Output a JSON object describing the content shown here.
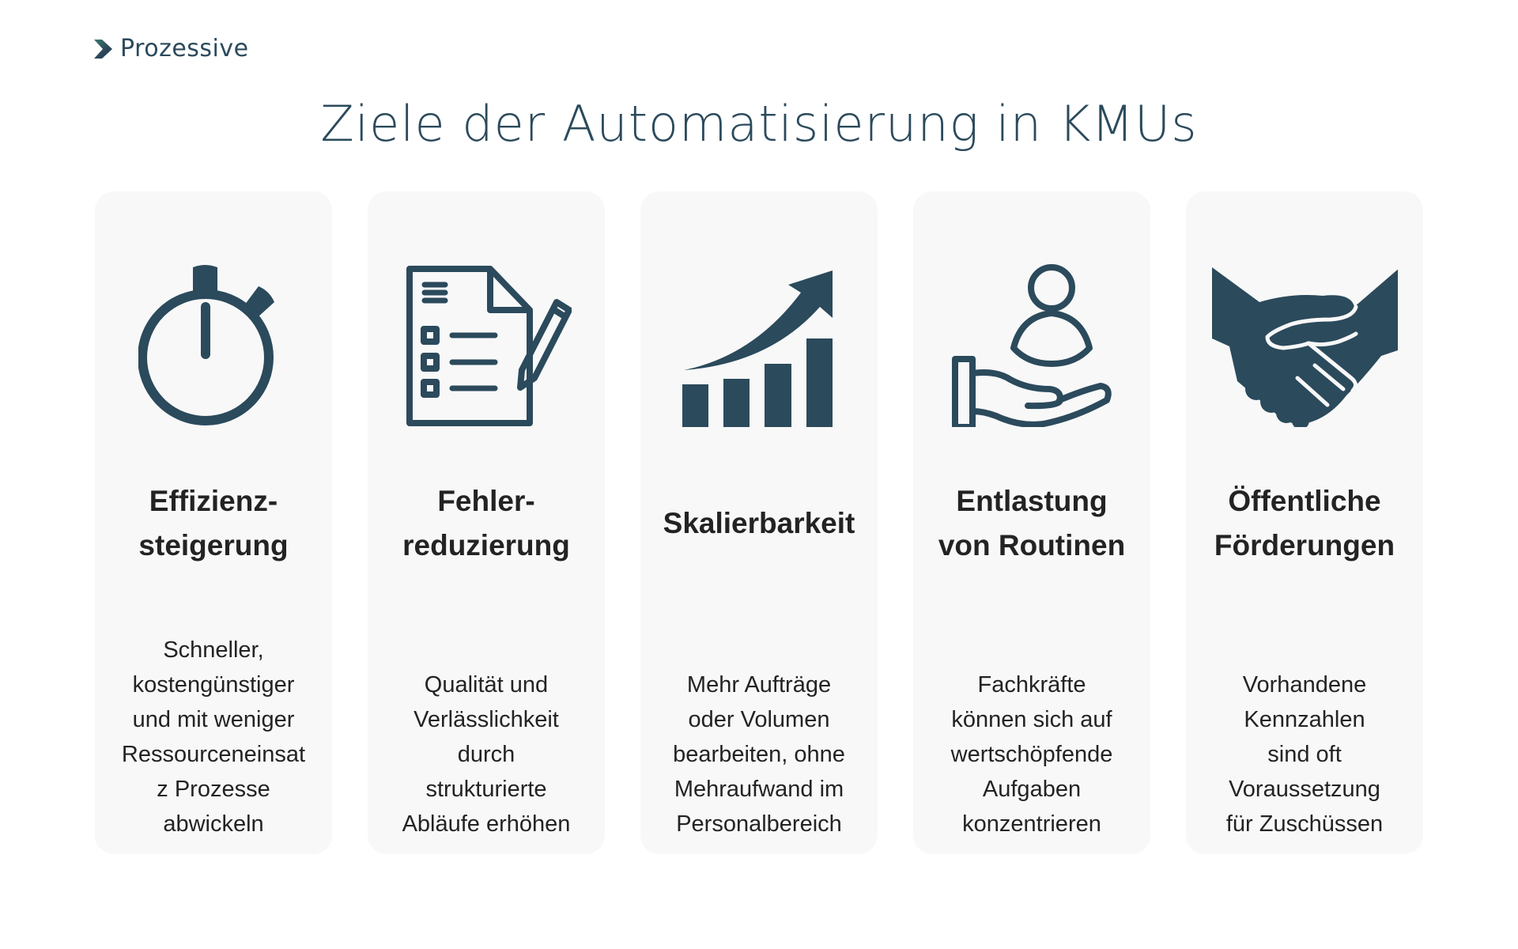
{
  "brand": {
    "name": "Prozessive",
    "logo_icon": "chevron-right-logo-icon",
    "colors": {
      "primary": "#2b4a5c",
      "accent_gradient_start": "#3f7a72",
      "text": "#232323",
      "card_bg": "#f8f8f8",
      "page_bg": "#ffffff"
    }
  },
  "page": {
    "title": "Ziele der Automatisierung in KMUs"
  },
  "cards": [
    {
      "icon": "stopwatch-icon",
      "heading_lines": [
        "Effizienz-",
        "steigerung"
      ],
      "body_lines": [
        "Schneller,",
        "kostengünstiger",
        "und mit weniger",
        "Ressourceneinsat",
        "z Prozesse",
        "abwickeln"
      ]
    },
    {
      "icon": "checklist-document-pencil-icon",
      "heading_lines": [
        "Fehler-",
        "reduzierung"
      ],
      "body_lines": [
        "Qualität und",
        "Verlässlichkeit",
        "durch",
        "strukturierte",
        "Abläufe erhöhen"
      ]
    },
    {
      "icon": "growth-chart-arrow-icon",
      "heading_lines": [
        "Skalierbarkeit"
      ],
      "body_lines": [
        "Mehr Aufträge",
        "oder Volumen",
        "bearbeiten, ohne",
        "Mehraufwand im",
        "Personalbereich"
      ]
    },
    {
      "icon": "hand-holding-person-icon",
      "heading_lines": [
        "Entlastung",
        "von Routinen"
      ],
      "body_lines": [
        "Fachkräfte",
        "können sich auf",
        "wertschöpfende",
        "Aufgaben",
        "konzentrieren"
      ]
    },
    {
      "icon": "handshake-icon",
      "heading_lines": [
        "Öffentliche",
        "Förderungen"
      ],
      "body_lines": [
        "Vorhandene",
        "Kennzahlen",
        "sind oft",
        "Voraussetzung",
        "für Zuschüssen"
      ]
    }
  ]
}
